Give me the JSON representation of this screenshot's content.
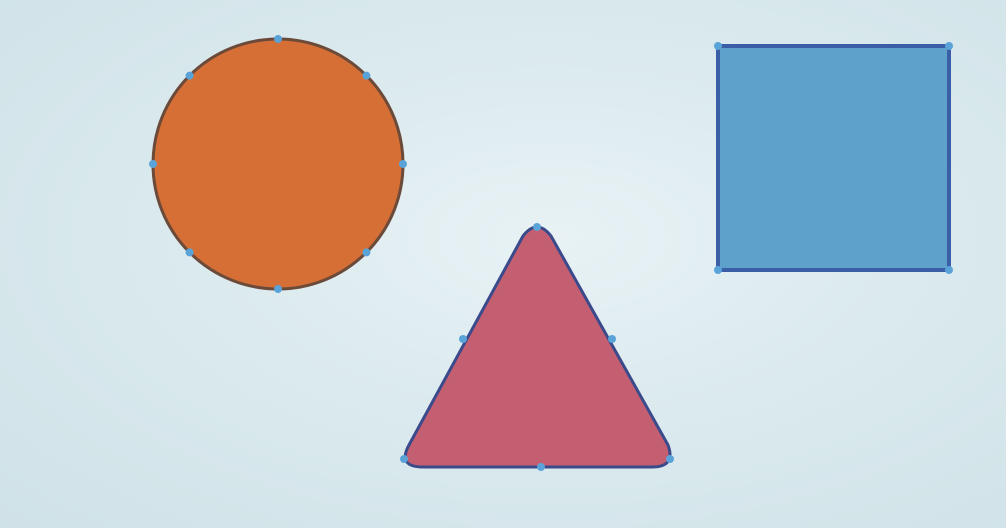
{
  "canvas": {
    "background": "#dcebee"
  },
  "colors": {
    "circle_fill": "#d56f35",
    "circle_stroke": "#6b4a3a",
    "triangle_fill": "#c45f72",
    "triangle_stroke": "#3a4a8a",
    "square_fill": "#5ea2cc",
    "square_stroke": "#3a5fa6",
    "handle_fill": "#5aa3d8"
  },
  "shapes": [
    {
      "id": "circle",
      "type": "circle",
      "selected": true,
      "handle_count": 8
    },
    {
      "id": "square",
      "type": "square",
      "selected": true,
      "handle_count": 4
    },
    {
      "id": "triangle",
      "type": "triangle",
      "selected": true,
      "handle_count": 6
    }
  ]
}
